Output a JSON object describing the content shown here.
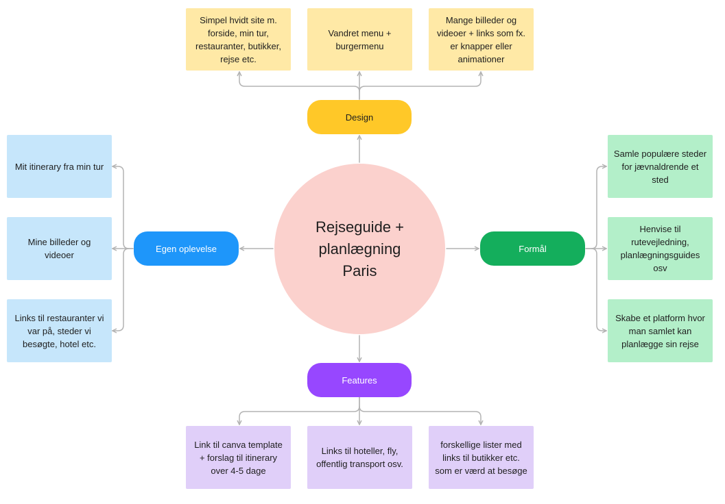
{
  "center": {
    "label": "Rejseguide +\nplanlægning\nParis",
    "color": "#fbd1cd"
  },
  "branches": {
    "design": {
      "label": "Design",
      "color": "#ffc828"
    },
    "egen": {
      "label": "Egen oplevelse",
      "color": "#1e96fa"
    },
    "formal": {
      "label": "Formål",
      "color": "#14ae5c"
    },
    "features": {
      "label": "Features",
      "color": "#9747ff"
    }
  },
  "notes": {
    "design": [
      "Simpel hvidt site  m.\nforside, min tur,\nrestauranter, butikker,\nrejse etc.",
      "Vandret menu +\nburgermenu",
      "Mange billeder og\nvideoer + links som fx.\ner knapper eller\nanimationer"
    ],
    "egen": [
      "Mit itinerary fra min tur",
      "Mine billeder og\nvideoer",
      "Links til restauranter vi\nvar på, steder vi\nbesøgte, hotel etc."
    ],
    "formal": [
      "Samle populære steder\nfor jævnaldrende et\nsted",
      "Henvise til\nrutevejledning,\nplanlægningsguides\nosv",
      "Skabe et platform hvor\nman samlet kan\nplanlægge sin rejse"
    ],
    "features": [
      "Link til canva template\n+ forslag til itinerary\nover 4-5 dage",
      "Links til hoteller, fly,\noffentlig transport osv.",
      "forskellige lister med\nlinks til butikker etc.\nsom er værd at besøge"
    ]
  },
  "colors": {
    "connector": "#b3b3b3",
    "note_yellow": "#ffe9a6",
    "note_blue": "#c6e6fb",
    "note_green": "#b3efc9",
    "note_purple": "#e0cff9"
  }
}
